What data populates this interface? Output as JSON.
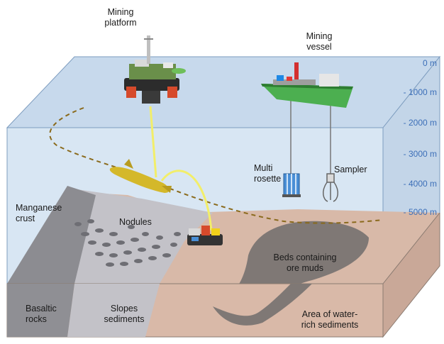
{
  "labels": {
    "mining_platform": [
      "Mining",
      "platform"
    ],
    "mining_vessel": [
      "Mining",
      "vessel"
    ],
    "multi_rosette": [
      "Multi",
      "rosette"
    ],
    "sampler": "Sampler",
    "manganese_crust": [
      "Manganese",
      "crust"
    ],
    "nodules": "Nodules",
    "beds_ore_muds": [
      "Beds containing",
      "ore muds"
    ],
    "basaltic_rocks": [
      "Basaltic",
      "rocks"
    ],
    "slopes_sediments": [
      "Slopes",
      "sediments"
    ],
    "water_rich_sediments": [
      "Area of water-",
      "rich sediments"
    ]
  },
  "depth_scale": [
    "0 m",
    "- 1000 m",
    "- 2000 m",
    "- 3000 m",
    "- 4000 m",
    "- 5000 m"
  ],
  "colors": {
    "water": "#d6e4f2",
    "water_top": "#c3d6ea",
    "seabed_brown": "#d9b8a8",
    "slope_gray": "#bdbdc4",
    "rock_dark": "#8a8a8f",
    "ore_mud": "#7d7673",
    "cable": "#f2ee6a",
    "trajectory": "#8a6a1c",
    "depth_text": "#3c6fb8"
  }
}
